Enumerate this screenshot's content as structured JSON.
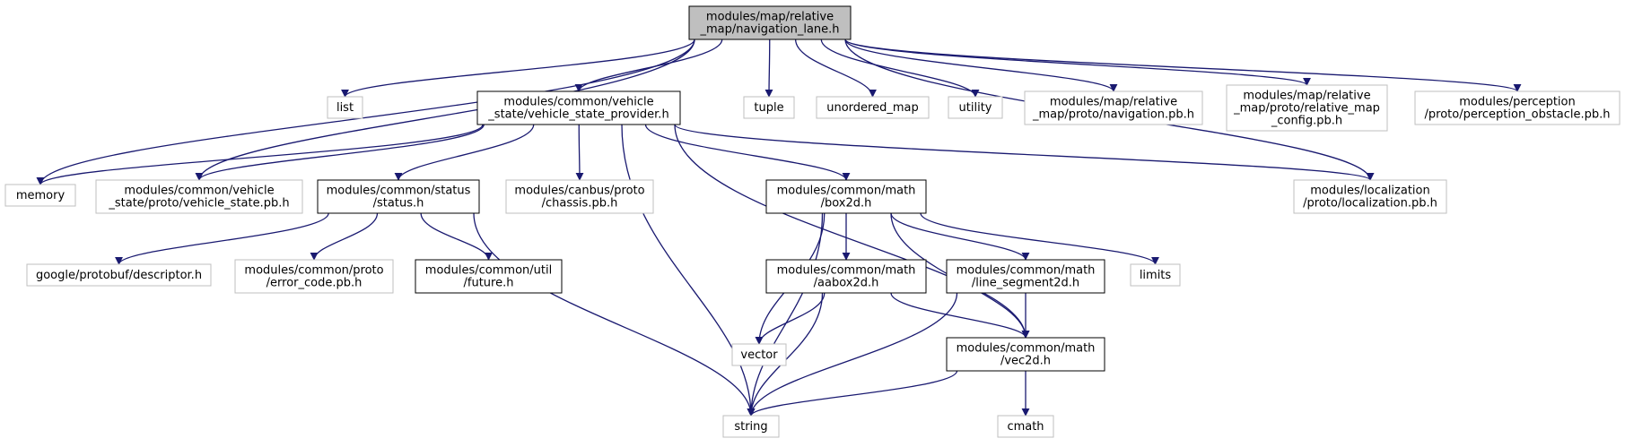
{
  "colors": {
    "edge": "#191970",
    "root_fill": "#bfbfbf",
    "root_stroke": "#000000",
    "documented_stroke": "#000000",
    "external_stroke": "#bfbfbf",
    "text": "#000000"
  },
  "nodes": [
    {
      "id": "root",
      "kind": "root",
      "lines": [
        "modules/map/relative",
        "_map/navigation_lane.h"
      ]
    },
    {
      "id": "list",
      "kind": "external",
      "lines": [
        "list"
      ]
    },
    {
      "id": "memory",
      "kind": "external",
      "lines": [
        "memory"
      ]
    },
    {
      "id": "vsp",
      "kind": "documented",
      "lines": [
        "modules/common/vehicle",
        "_state/vehicle_state_provider.h"
      ]
    },
    {
      "id": "tuple",
      "kind": "external",
      "lines": [
        "tuple"
      ]
    },
    {
      "id": "unordered_map",
      "kind": "external",
      "lines": [
        "unordered_map"
      ]
    },
    {
      "id": "utility",
      "kind": "external",
      "lines": [
        "utility"
      ]
    },
    {
      "id": "navpb",
      "kind": "external",
      "lines": [
        "modules/map/relative",
        "_map/proto/navigation.pb.h"
      ]
    },
    {
      "id": "relmapcfg",
      "kind": "external",
      "lines": [
        "modules/map/relative",
        "_map/proto/relative_map",
        "_config.pb.h"
      ]
    },
    {
      "id": "perc",
      "kind": "external",
      "lines": [
        "modules/perception",
        "/proto/perception_obstacle.pb.h"
      ]
    },
    {
      "id": "vspb",
      "kind": "external",
      "lines": [
        "modules/common/vehicle",
        "_state/proto/vehicle_state.pb.h"
      ]
    },
    {
      "id": "status",
      "kind": "documented",
      "lines": [
        "modules/common/status",
        "/status.h"
      ]
    },
    {
      "id": "chassis",
      "kind": "external",
      "lines": [
        "modules/canbus/proto",
        "/chassis.pb.h"
      ]
    },
    {
      "id": "box2d",
      "kind": "documented",
      "lines": [
        "modules/common/math",
        "/box2d.h"
      ]
    },
    {
      "id": "loc",
      "kind": "external",
      "lines": [
        "modules/localization",
        "/proto/localization.pb.h"
      ]
    },
    {
      "id": "descriptor",
      "kind": "external",
      "lines": [
        "google/protobuf/descriptor.h"
      ]
    },
    {
      "id": "errcode",
      "kind": "external",
      "lines": [
        "modules/common/proto",
        "/error_code.pb.h"
      ]
    },
    {
      "id": "future",
      "kind": "documented",
      "lines": [
        "modules/common/util",
        "/future.h"
      ]
    },
    {
      "id": "aabox2d",
      "kind": "documented",
      "lines": [
        "modules/common/math",
        "/aabox2d.h"
      ]
    },
    {
      "id": "lineseg",
      "kind": "documented",
      "lines": [
        "modules/common/math",
        "/line_segment2d.h"
      ]
    },
    {
      "id": "limits",
      "kind": "external",
      "lines": [
        "limits"
      ]
    },
    {
      "id": "vector",
      "kind": "external",
      "lines": [
        "vector"
      ]
    },
    {
      "id": "vec2d",
      "kind": "documented",
      "lines": [
        "modules/common/math",
        "/vec2d.h"
      ]
    },
    {
      "id": "string",
      "kind": "external",
      "lines": [
        "string"
      ]
    },
    {
      "id": "cmath",
      "kind": "external",
      "lines": [
        "cmath"
      ]
    }
  ],
  "edges": [
    {
      "from": "root",
      "to": "list"
    },
    {
      "from": "root",
      "to": "memory"
    },
    {
      "from": "root",
      "to": "vsp"
    },
    {
      "from": "root",
      "to": "vspb"
    },
    {
      "from": "root",
      "to": "tuple"
    },
    {
      "from": "root",
      "to": "unordered_map"
    },
    {
      "from": "root",
      "to": "utility"
    },
    {
      "from": "root",
      "to": "navpb"
    },
    {
      "from": "root",
      "to": "relmapcfg"
    },
    {
      "from": "root",
      "to": "perc"
    },
    {
      "from": "root",
      "to": "loc"
    },
    {
      "from": "vsp",
      "to": "memory"
    },
    {
      "from": "vsp",
      "to": "vspb"
    },
    {
      "from": "vsp",
      "to": "status"
    },
    {
      "from": "vsp",
      "to": "chassis"
    },
    {
      "from": "vsp",
      "to": "string"
    },
    {
      "from": "vsp",
      "to": "box2d"
    },
    {
      "from": "vsp",
      "to": "loc"
    },
    {
      "from": "vsp",
      "to": "vec2d"
    },
    {
      "from": "status",
      "to": "descriptor"
    },
    {
      "from": "status",
      "to": "errcode"
    },
    {
      "from": "status",
      "to": "future"
    },
    {
      "from": "status",
      "to": "string"
    },
    {
      "from": "box2d",
      "to": "aabox2d"
    },
    {
      "from": "box2d",
      "to": "lineseg"
    },
    {
      "from": "box2d",
      "to": "limits"
    },
    {
      "from": "box2d",
      "to": "vector"
    },
    {
      "from": "box2d",
      "to": "string"
    },
    {
      "from": "box2d",
      "to": "vec2d"
    },
    {
      "from": "aabox2d",
      "to": "vector"
    },
    {
      "from": "aabox2d",
      "to": "string"
    },
    {
      "from": "aabox2d",
      "to": "vec2d"
    },
    {
      "from": "lineseg",
      "to": "vec2d"
    },
    {
      "from": "lineseg",
      "to": "string"
    },
    {
      "from": "vec2d",
      "to": "string"
    },
    {
      "from": "vec2d",
      "to": "cmath"
    }
  ]
}
